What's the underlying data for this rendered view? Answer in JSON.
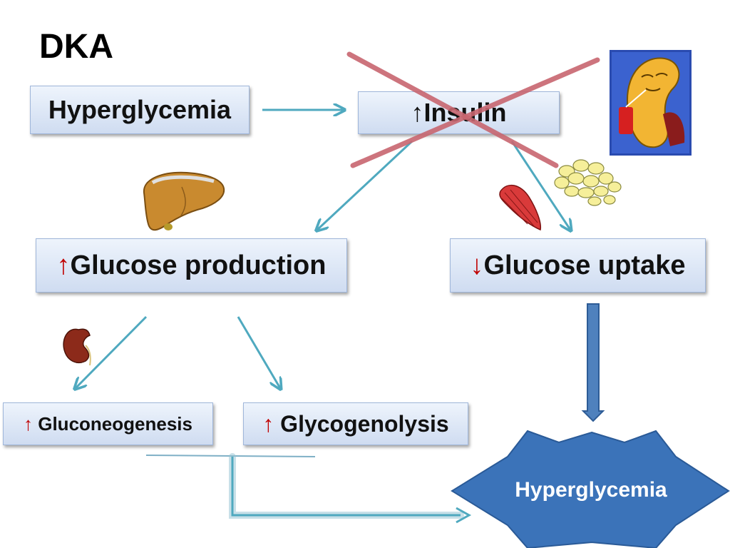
{
  "title": "DKA",
  "nodes": {
    "hyperglycemia_top": "Hyperglycemia",
    "insulin": {
      "arrow": "↑",
      "label": "Insulin"
    },
    "glucose_production": {
      "arrow": "↑",
      "label": "Glucose production"
    },
    "glucose_uptake": {
      "arrow": "↓",
      "label": "Glucose uptake"
    },
    "gluconeogenesis": {
      "arrow": "↑",
      "label": " Gluconeogenesis"
    },
    "glycogenolysis": {
      "arrow": "↑",
      "label": " Glycogenolysis"
    },
    "hyperglycemia_result": "Hyperglycemia"
  },
  "colors": {
    "arrow": "#4fa9bf",
    "cross": "#c86670",
    "box_border": "#9fb6da",
    "star_fill": "#3b73b9",
    "up_arrow": "#c00000"
  },
  "icons": [
    "liver-icon",
    "pancreas-icon",
    "fat-cells-icon",
    "muscle-icon",
    "kidney-icon"
  ]
}
